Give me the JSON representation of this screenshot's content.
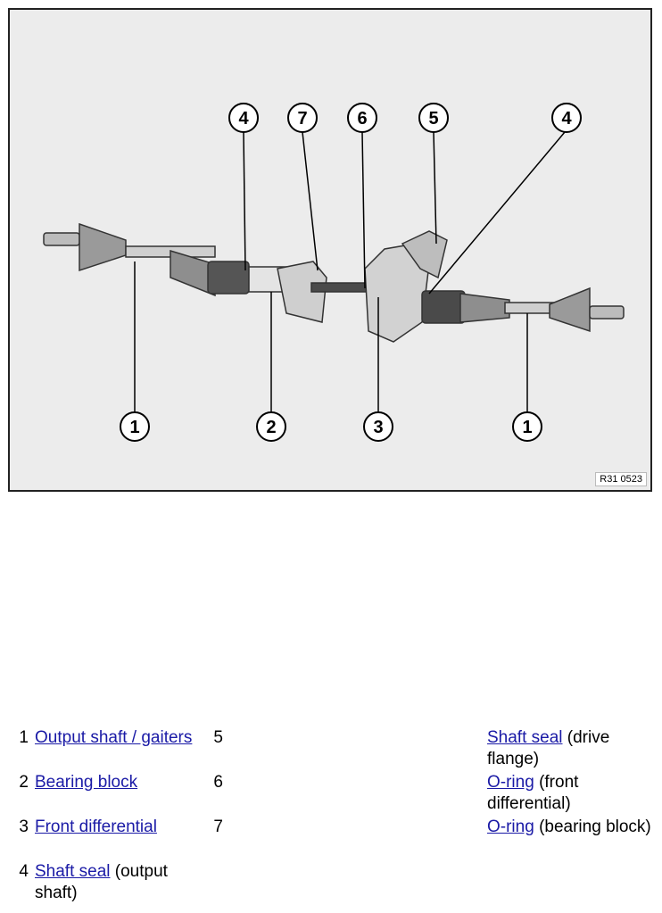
{
  "figure": {
    "code": "R31 0523",
    "callouts": [
      "4",
      "7",
      "6",
      "5",
      "4",
      "1",
      "2",
      "3",
      "1"
    ]
  },
  "legend": {
    "left": [
      {
        "num": "1",
        "link": "Output shaft / gaiters",
        "suffix": ""
      },
      {
        "num": "2",
        "link": "Bearing block",
        "suffix": ""
      },
      {
        "num": "3",
        "link": "Front differential",
        "suffix": ""
      },
      {
        "num": "4",
        "link": "Shaft seal",
        "suffix": " (output shaft)"
      }
    ],
    "right": [
      {
        "num": "5",
        "link": "Shaft seal",
        "suffix": " (drive flange)"
      },
      {
        "num": "6",
        "link": "O-ring",
        "suffix": " (front differential)"
      },
      {
        "num": "7",
        "link": "O-ring",
        "suffix": " (bearing block)"
      }
    ]
  }
}
